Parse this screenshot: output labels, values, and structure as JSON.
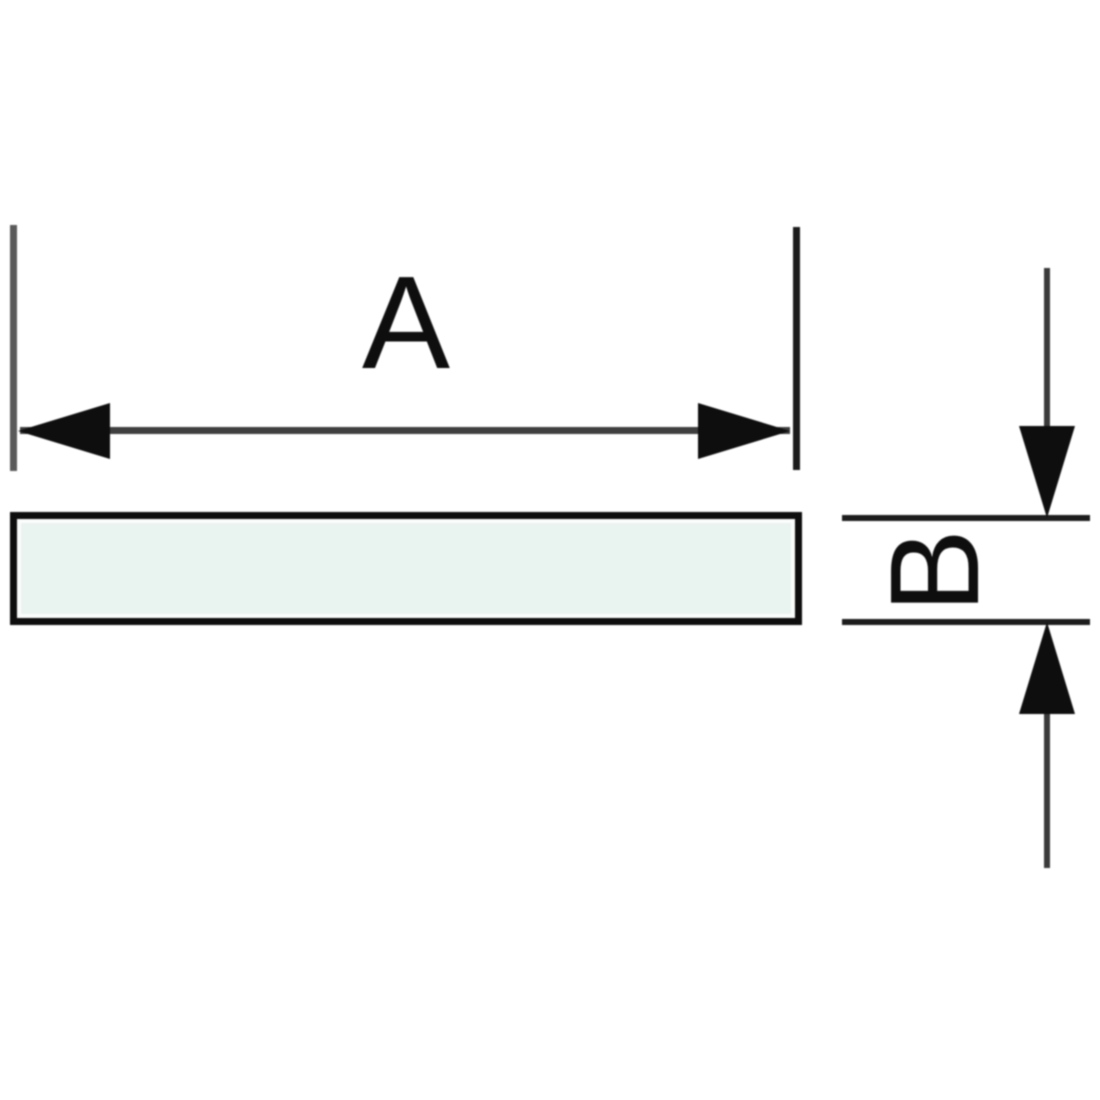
{
  "diagram": {
    "type": "technical-drawing",
    "description": "Cross-section of a rectangular flat bar profile with horizontal width dimension A and vertical thickness dimension B",
    "labels": {
      "width": "A",
      "thickness": "B"
    },
    "colors": {
      "background": "#ffffff",
      "bar_fill": "#e9f3f0",
      "bar_border": "#0e0e0e",
      "dimension_line": "#3f3f3f",
      "extension_line": "#1c1c1c",
      "arrowhead": "#0e0e0e",
      "label_text": "#0e0e0e"
    }
  }
}
